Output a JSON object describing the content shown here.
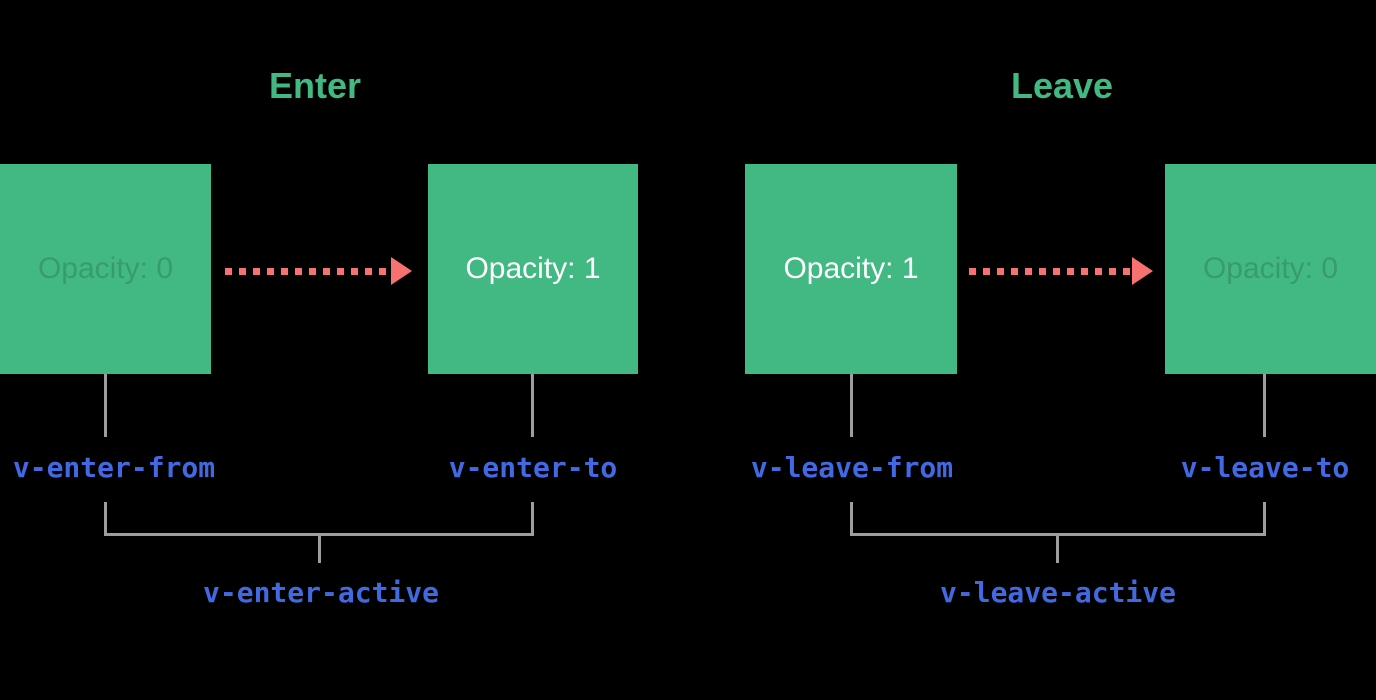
{
  "diagram": {
    "name": "Vue transition classes diagram",
    "background": "#000000",
    "colors": {
      "green": "#42b983",
      "red": "#f87171",
      "blue": "#4169e1",
      "gray": "#9e9e9e",
      "white": "#ffffff",
      "faded": "rgba(0,0,0,0.16)"
    },
    "sections": [
      {
        "title": "Enter",
        "from_box_label": "Opacity: 0",
        "to_box_label": "Opacity: 1",
        "from_class": "v-enter-from",
        "to_class": "v-enter-to",
        "active_class": "v-enter-active"
      },
      {
        "title": "Leave",
        "from_box_label": "Opacity: 1",
        "to_box_label": "Opacity: 0",
        "from_class": "v-leave-from",
        "to_class": "v-leave-to",
        "active_class": "v-leave-active"
      }
    ]
  }
}
